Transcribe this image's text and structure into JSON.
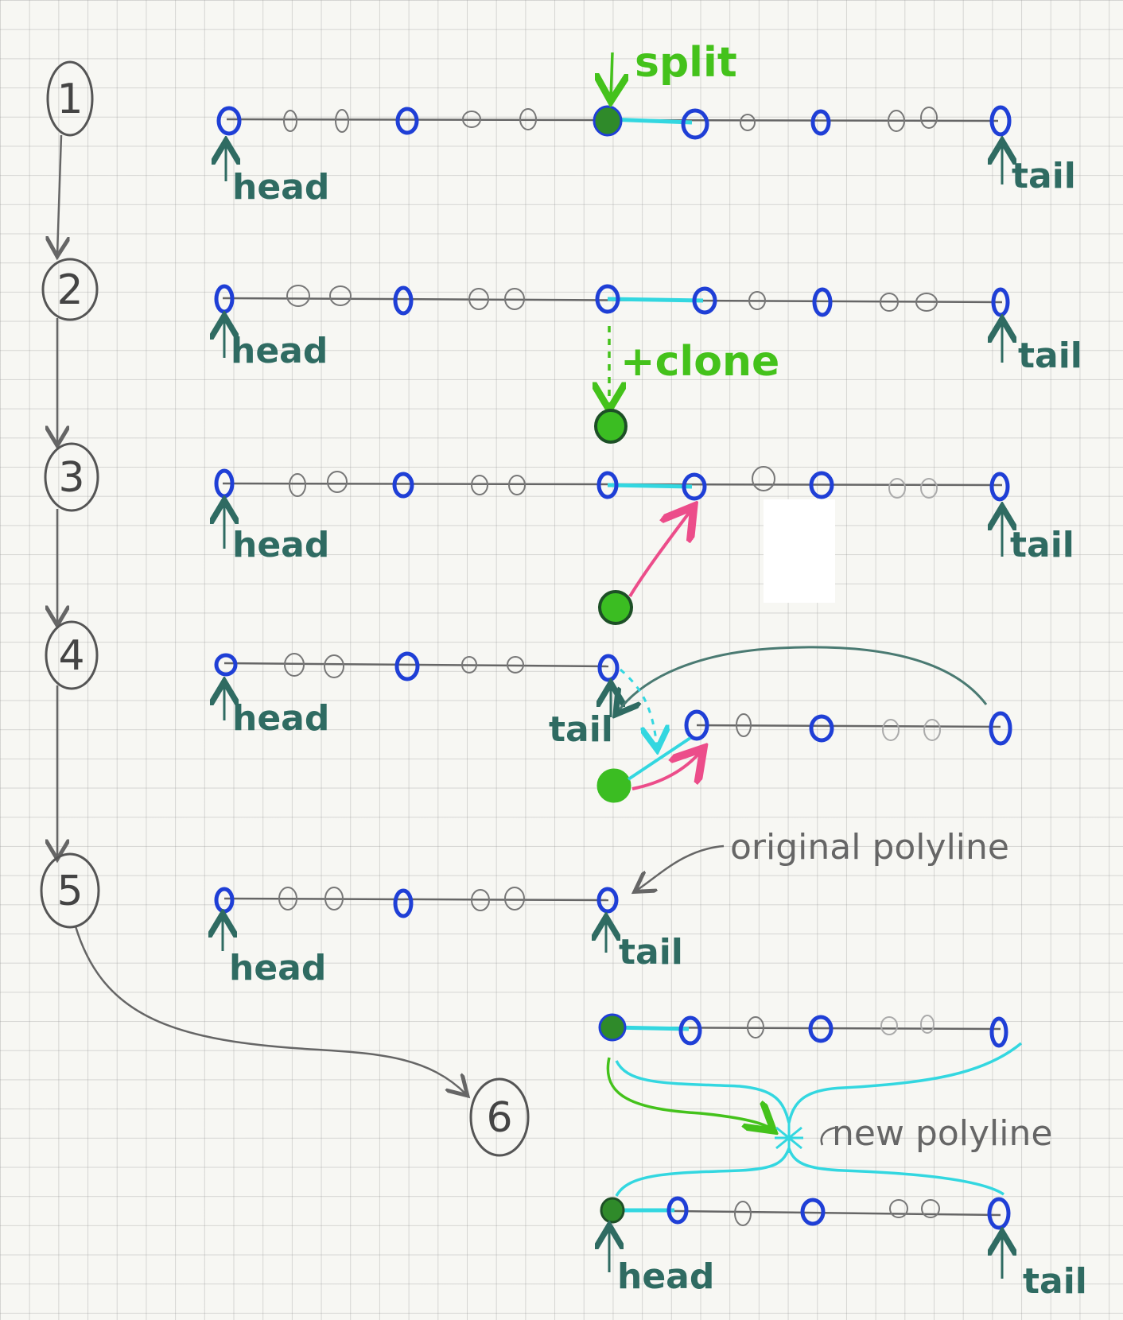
{
  "steps": [
    "1",
    "2",
    "3",
    "4",
    "5",
    "6"
  ],
  "labels": {
    "head": "head",
    "tail": "tail",
    "split": "split",
    "clone": "+clone",
    "original_polyline": "original polyline",
    "new_polyline": "new polyline"
  },
  "colors": {
    "ink": "#555555",
    "blue_node": "#1f3fd6",
    "green_node": "#3bbd22",
    "teal_label": "#2f6b62",
    "cyan": "#33d7e0",
    "pink": "#ec4d8a",
    "green_arrow": "#44c21b",
    "dark_teal_arrow": "#4a7a72"
  }
}
